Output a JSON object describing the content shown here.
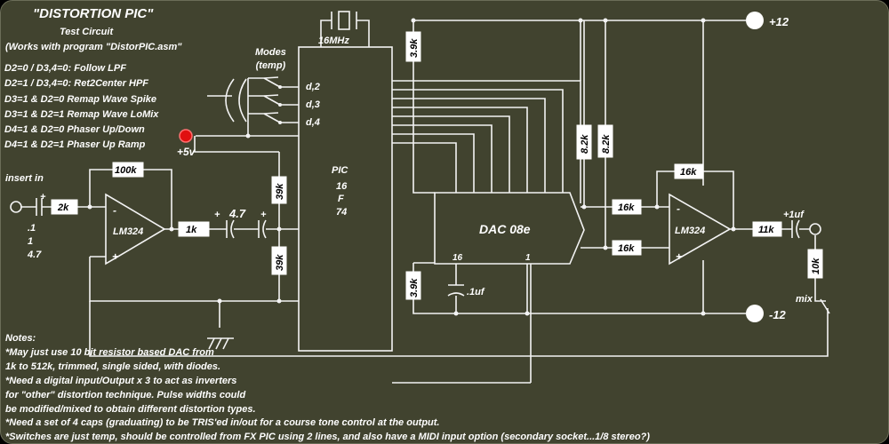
{
  "title": "\"DISTORTION PIC\"",
  "subtitle_1": "Test Circuit",
  "subtitle_2": "(Works with program \"DistorPIC.asm\"",
  "modes": [
    "D2=0 / D3,4=0: Follow LPF",
    "D2=1 /  D3,4=0: Ret2Center HPF",
    "D3=1 & D2=0 Remap Wave Spike",
    "D3=1 & D2=1 Remap Wave LoMix",
    "D4=1 & D2=0 Phaser Up/Down",
    "D4=1 & D2=1 Phaser Up Ramp"
  ],
  "modes_header": [
    "Modes",
    "(temp)"
  ],
  "supply": {
    "pos": "+12",
    "neg": "-12",
    "logic": "+5v"
  },
  "crystal": "16MHz",
  "pic": [
    "PIC",
    "16",
    "F",
    "74"
  ],
  "pins": [
    "d,2",
    "d,3",
    "d,4"
  ],
  "dac": {
    "name": "DAC 08e",
    "pin16": "16",
    "pin1": "1"
  },
  "opamp": "LM324",
  "resistors": {
    "r100k": "100k",
    "r2k": "2k",
    "r1k": "1k",
    "r39k_a": "39k",
    "r39k_b": "39k",
    "r3_9k_a": "3.9k",
    "r3_9k_b": "3.9k",
    "r8_2k_a": "8.2k",
    "r8_2k_b": "8.2k",
    "r16k_a": "16k",
    "r16k_b": "16k",
    "r16k_c": "16k",
    "r11k": "11k",
    "r10k": "10k"
  },
  "caps": {
    "c4_7": "4.7",
    "c1uf": "+1uf",
    "c_1uf": ".1uf"
  },
  "plus_sign": "+",
  "minus_sign": "-",
  "input_label": "insert in",
  "input_cap_values": [
    ".1",
    "1",
    "4.7"
  ],
  "mix_label": "mix",
  "notes": [
    "Notes:",
    "*May just use 10 bit resistor based DAC from",
    " 1k to 512k, trimmed, single sided, with diodes.",
    "*Need a digital input/Output x 3 to act as inverters",
    " for \"other\" distortion technique. Pulse widths could",
    " be modified/mixed to obtain different distortion types.",
    "*Need a set of 4 caps (graduating) to be TRIS'ed in/out for a course tone control at the output.",
    "*Switches are just temp, should be controlled from FX PIC using 2 lines, and also have a MIDI input option (secondary socket...1/8 stereo?)"
  ],
  "colors": {
    "background": "#41432f",
    "wire": "#f3f3f3",
    "led": "#e01010"
  }
}
